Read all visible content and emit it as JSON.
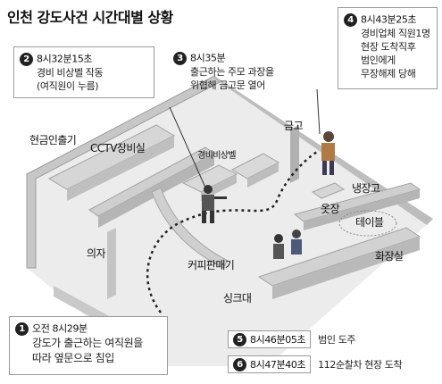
{
  "title": "인천 강도사건 시간대별 상황",
  "events": [
    {
      "num": "1",
      "time": "오전 8시29분",
      "desc": [
        "강도가 출근하는 여직원을",
        "따라 옆문으로 침입"
      ]
    },
    {
      "num": "2",
      "time": "8시32분15초",
      "desc": [
        "경비 비상벨 작동",
        "(여직원이 누름)"
      ]
    },
    {
      "num": "3",
      "time": "8시35분",
      "desc": [
        "출근하는 주모 과장을",
        "위협해 금고문 열어"
      ]
    },
    {
      "num": "4",
      "time": "8시43분25초",
      "desc": [
        "경비업체 직원1명",
        "현장 도착직후",
        "범인에게",
        "무장해제 당해"
      ]
    },
    {
      "num": "5",
      "time": "8시46분05초",
      "desc": [
        "범인 도주"
      ]
    },
    {
      "num": "6",
      "time": "8시47분40초",
      "desc": [
        "112순찰차 현장 도착"
      ]
    }
  ],
  "labels": {
    "atm": "현금인출기",
    "cctv": "CCTV장비실",
    "alarm": "경비비상벨",
    "safe": "금고",
    "fridge": "냉장고",
    "closet": "옷장",
    "table": "테이블",
    "restroom": "화장실",
    "coffee": "커피판매기",
    "sink": "싱크대",
    "chair": "의자"
  },
  "colors": {
    "accent": "#222222",
    "floor": "#e6e6e6",
    "wall": "#b9b9b9"
  }
}
